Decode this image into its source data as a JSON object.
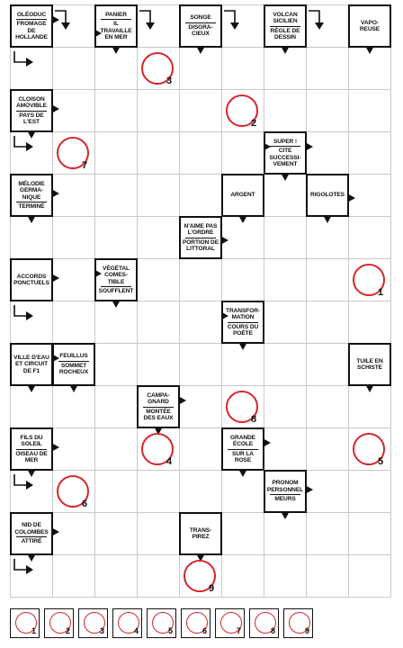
{
  "clues": [
    {
      "id": "oleoduc",
      "parts": [
        "OLÉODUC",
        "FROMAGE DE HOLLANDE"
      ]
    },
    {
      "id": "panier",
      "parts": [
        "PANIER",
        "IL TRAVAILLE EN MER"
      ]
    },
    {
      "id": "songe",
      "parts": [
        "SONGE",
        "DISGRA-CIEUX"
      ]
    },
    {
      "id": "volcan",
      "parts": [
        "VOLCAN SICILIEN",
        "RÈGLE DE DESSIN"
      ]
    },
    {
      "id": "vapo",
      "parts": [
        "VAPO-REUSE"
      ]
    },
    {
      "id": "cloison",
      "parts": [
        "CLOISON AMOVIBLE",
        "PAYS DE L'EST"
      ]
    },
    {
      "id": "super",
      "parts": [
        "SUPER !",
        "CITE SUCCESSI-VEMENT"
      ]
    },
    {
      "id": "melodie",
      "parts": [
        "MÉLODIE GERMA-NIQUE",
        "TERMINÉ"
      ]
    },
    {
      "id": "argent",
      "parts": [
        "ARGENT"
      ]
    },
    {
      "id": "rigolotes",
      "parts": [
        "RIGOLOTES"
      ]
    },
    {
      "id": "naime",
      "parts": [
        "N'AIME PAS L'ORDRE",
        "PORTION DE LITTORAL"
      ]
    },
    {
      "id": "accords",
      "parts": [
        "ACCORDS PONCTUELS"
      ]
    },
    {
      "id": "vegetal",
      "parts": [
        "VÉGÉTAL COMES-TIBLE",
        "SOUFFLENT"
      ]
    },
    {
      "id": "transfo",
      "parts": [
        "TRANSFOR-MATION",
        "COURS DU POÈTE"
      ]
    },
    {
      "id": "ville",
      "parts": [
        "VILLE D'EAU ET CIRCUIT DE F1"
      ]
    },
    {
      "id": "feuillus",
      "parts": [
        "FEUILLUS",
        "SOMMET ROCHEUX"
      ]
    },
    {
      "id": "tuile",
      "parts": [
        "TUILE EN SCHISTE"
      ]
    },
    {
      "id": "campagnard",
      "parts": [
        "CAMPA-GNARD",
        "MONTÉE DES EAUX"
      ]
    },
    {
      "id": "fils",
      "parts": [
        "FILS DU SOLEIL",
        "OISEAU DE MER"
      ]
    },
    {
      "id": "grande",
      "parts": [
        "GRANDE ÉCOLE",
        "SUR LA ROSE"
      ]
    },
    {
      "id": "pronom",
      "parts": [
        "PRONOM PERSONNEL",
        "MEURS"
      ]
    },
    {
      "id": "nid",
      "parts": [
        "NID DE COLOMBES",
        "ATTIRÉ"
      ]
    },
    {
      "id": "transpirez",
      "parts": [
        "TRANS-PIREZ"
      ]
    }
  ],
  "numbered_cells": [
    "1",
    "2",
    "3",
    "4",
    "5",
    "6",
    "7",
    "8",
    "9"
  ],
  "answer_boxes": [
    "1",
    "2",
    "3",
    "4",
    "5",
    "6",
    "7",
    "8",
    "9"
  ],
  "colors": {
    "circle": "#d4262c",
    "line": "#111111",
    "grid": "#c8c8c8"
  }
}
